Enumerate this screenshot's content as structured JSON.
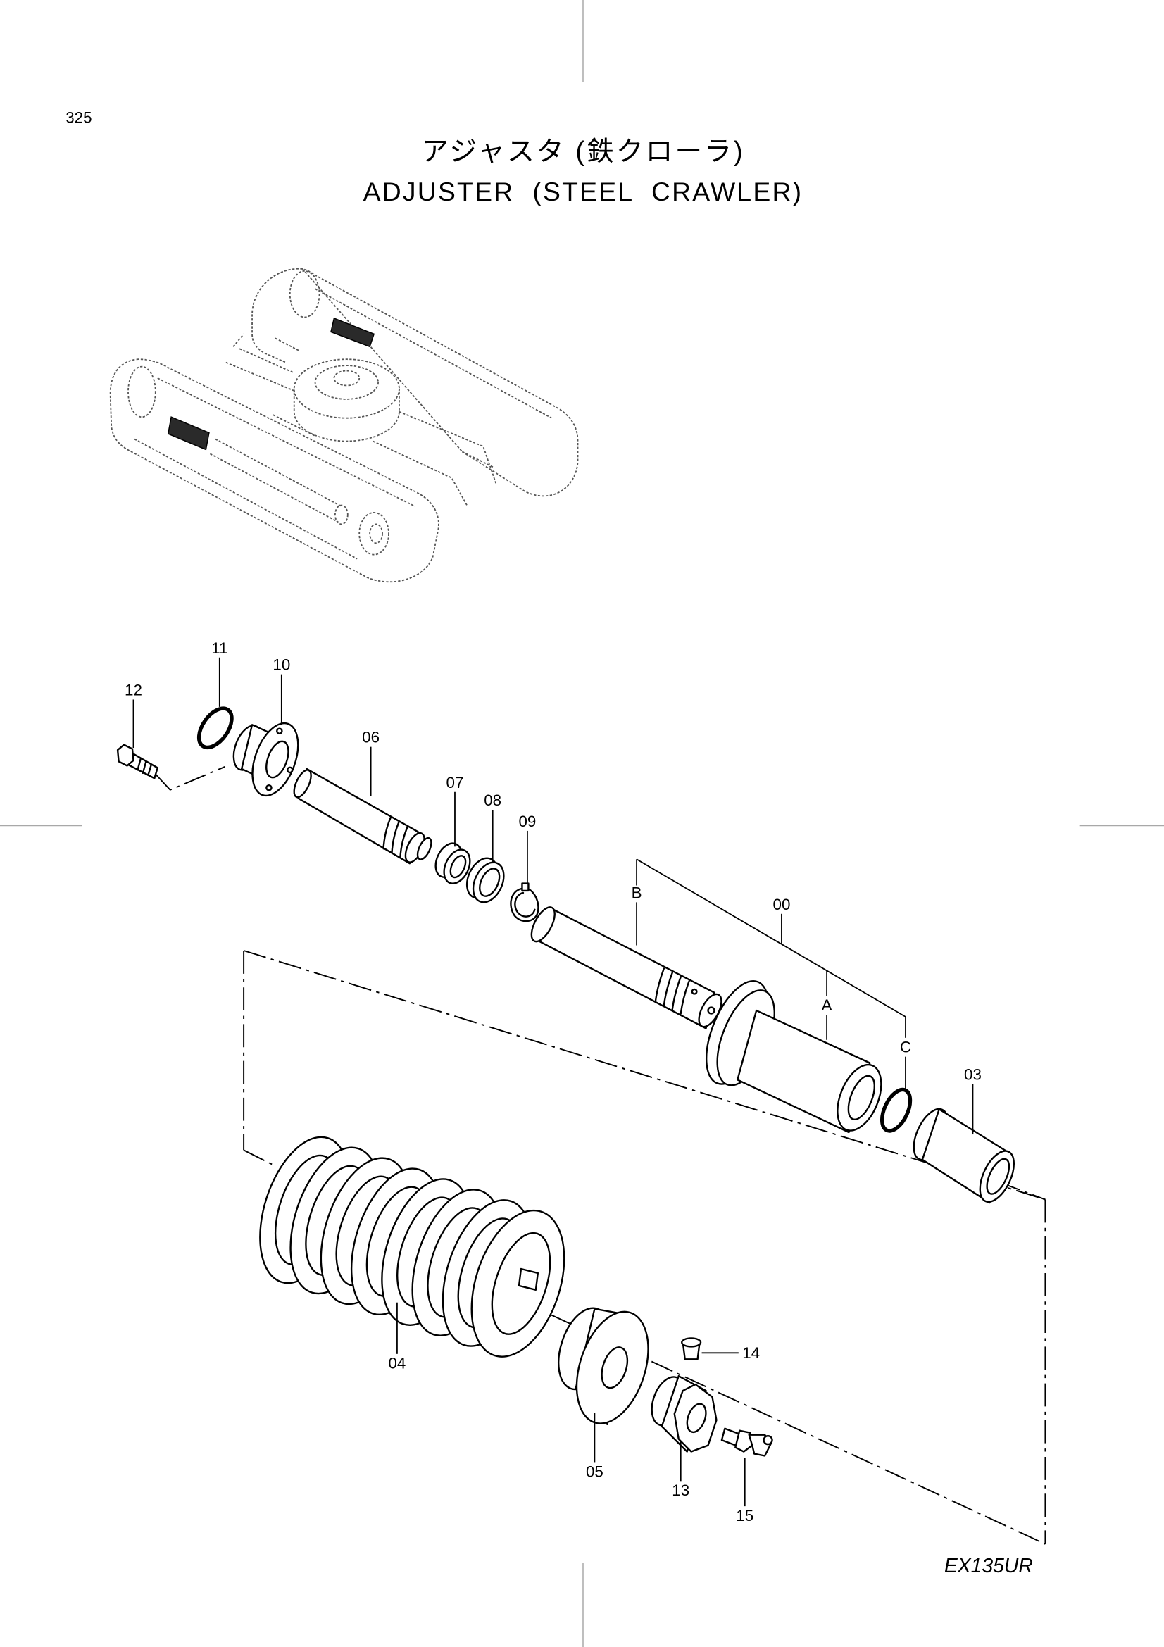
{
  "page_number": "325",
  "title_ja": "アジャスタ (鉄クローラ)",
  "title_en": "ADJUSTER (STEEL CRAWLER)",
  "model": "EX135UR",
  "callouts": {
    "c00": "00",
    "c03": "03",
    "c04": "04",
    "c05": "05",
    "c06": "06",
    "c07": "07",
    "c08": "08",
    "c09": "09",
    "c10": "10",
    "c11": "11",
    "c12": "12",
    "c13": "13",
    "c14": "14",
    "c15": "15",
    "cA": "A",
    "cB": "B",
    "cC": "C"
  },
  "colors": {
    "ink": "#000000",
    "background": "#ffffff"
  }
}
